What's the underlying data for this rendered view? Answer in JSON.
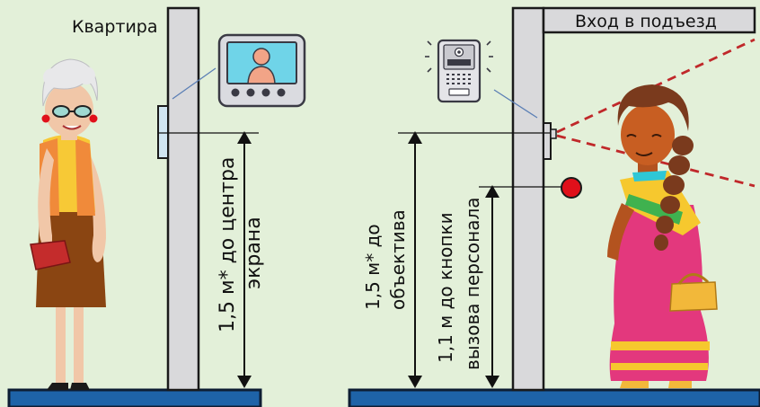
{
  "labels": {
    "apartment": "Квартира",
    "entrance": "Вход в подъезд",
    "screen_height_line1": "1,5 м* до центра",
    "screen_height_line2": "экрана",
    "lens_height_line1": "1,5 м* до",
    "lens_height_line2": "объектива",
    "button_height_line1": "1,1 м до кнопки",
    "button_height_line2": "вызова персонала"
  },
  "icons": {
    "monitor": "video-intercom-monitor-icon",
    "panel": "door-call-panel-icon",
    "button": "staff-call-button-icon"
  },
  "colors": {
    "background": "#e3f0d9",
    "floor": "#1e63a8",
    "wall": "#d9d9db",
    "button": "#e0101a",
    "field_of_view": "#c0282a"
  }
}
